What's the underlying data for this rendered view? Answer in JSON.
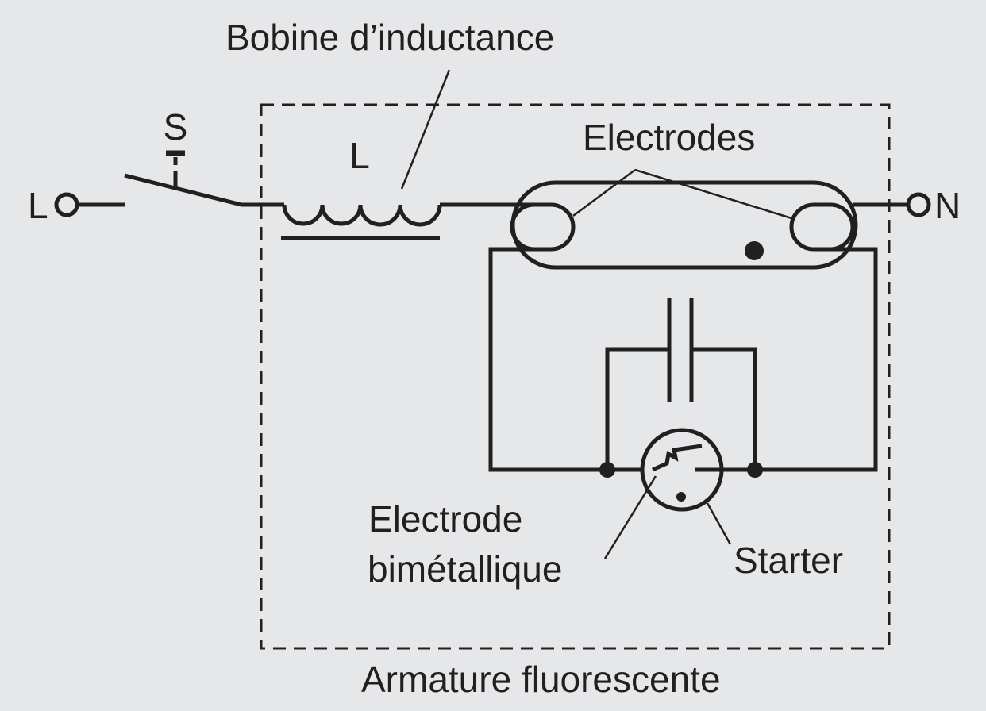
{
  "labels": {
    "inductor_callout": "Bobine d’inductance",
    "switch": "S",
    "inductor": "L",
    "line_terminal": "L",
    "neutral_terminal": "N",
    "electrodes": "Electrodes",
    "bimetal_line1": "Electrode",
    "bimetal_line2": "bimétallique",
    "starter": "Starter",
    "fixture": "Armature fluorescente"
  },
  "colors": {
    "ink": "#231f20",
    "background": "#e6e7e8"
  }
}
